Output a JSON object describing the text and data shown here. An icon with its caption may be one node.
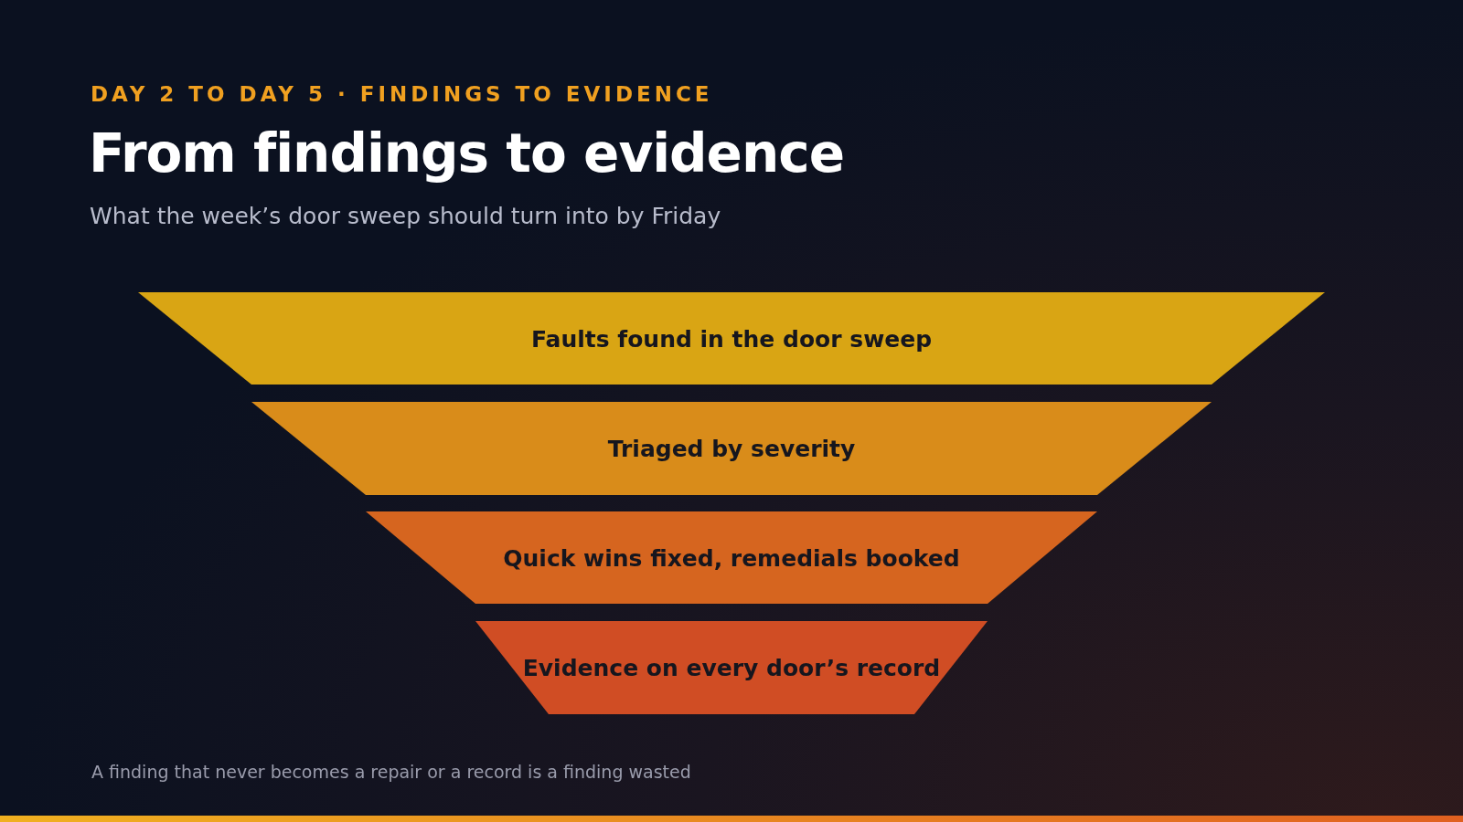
{
  "diagram": {
    "title": "From findings to evidence",
    "nodes": [
      {
        "text": [
          "Faults found in the door sweep"
        ]
      },
      {
        "text": [
          "Triaged by severity"
        ]
      },
      {
        "text": [
          "Quick wins fixed, remedials booked"
        ]
      },
      {
        "text": [
          "Evidence on every door’s record"
        ]
      }
    ],
    "labels": [
      "DAY 2 TO DAY 5 · FINDINGS TO EVIDENCE",
      "What the week’s door sweep should turn into by Friday",
      "A finding that never becomes a repair or a record is a finding wasted"
    ]
  }
}
